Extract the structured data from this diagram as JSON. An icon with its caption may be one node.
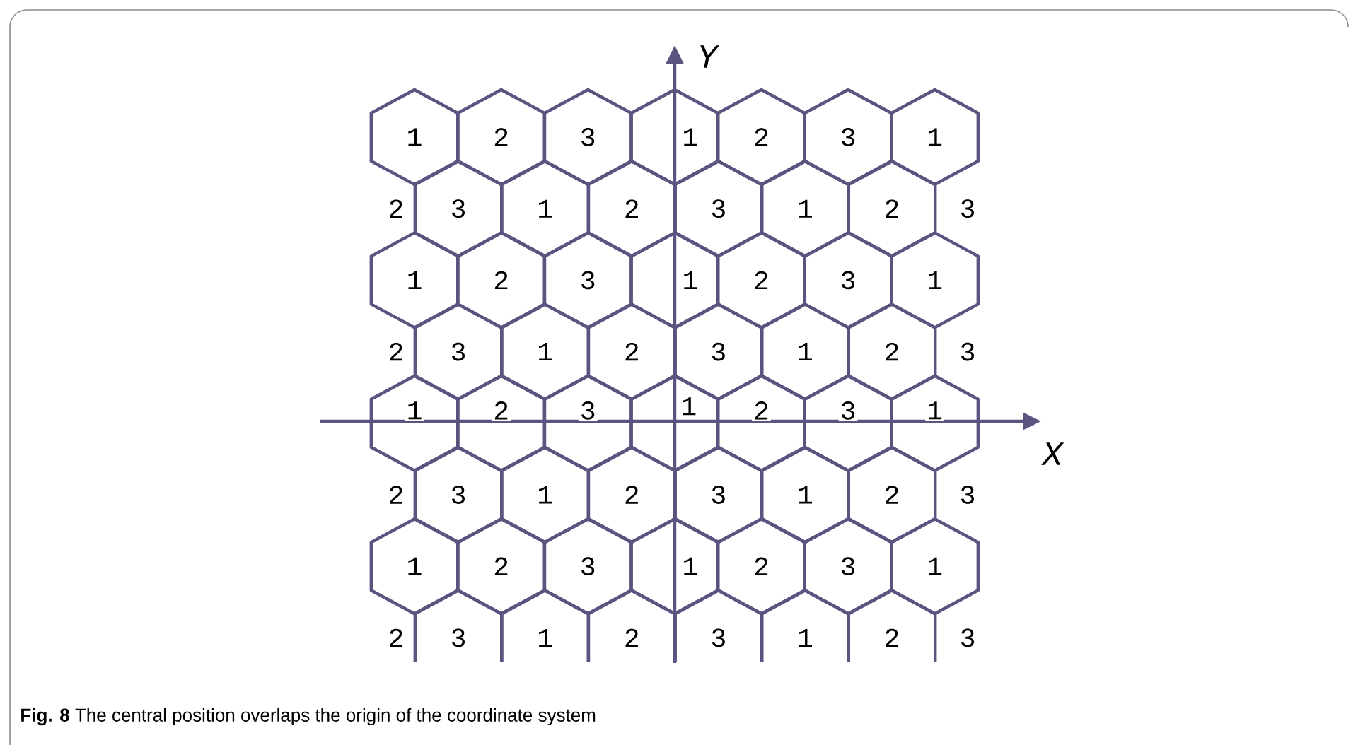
{
  "diagram": {
    "caption": "**Fig. 8** The central position overlaps the origin of the coordinate system",
    "nodes": [
      {
        "text": [
          "1"
        ]
      },
      {
        "text": [
          "2"
        ]
      },
      {
        "text": [
          "3"
        ]
      },
      {
        "text": [
          "1"
        ]
      },
      {
        "text": [
          "2"
        ]
      },
      {
        "text": [
          "3"
        ]
      },
      {
        "text": [
          "1"
        ]
      },
      {
        "text": [
          "3"
        ]
      },
      {
        "text": [
          "1"
        ]
      },
      {
        "text": [
          "2"
        ]
      },
      {
        "text": [
          "3"
        ]
      },
      {
        "text": [
          "1"
        ]
      },
      {
        "text": [
          "2"
        ]
      },
      {
        "text": [
          "1"
        ]
      },
      {
        "text": [
          "2"
        ]
      },
      {
        "text": [
          "3"
        ]
      },
      {
        "text": [
          "1"
        ]
      },
      {
        "text": [
          "2"
        ]
      },
      {
        "text": [
          "3"
        ]
      },
      {
        "text": [
          "1"
        ]
      },
      {
        "text": [
          "3"
        ]
      },
      {
        "text": [
          "1"
        ]
      },
      {
        "text": [
          "2"
        ]
      },
      {
        "text": [
          "3"
        ]
      },
      {
        "text": [
          "1"
        ]
      },
      {
        "text": [
          "2"
        ]
      },
      {
        "text": [
          "1"
        ]
      },
      {
        "text": [
          "2"
        ]
      },
      {
        "text": [
          "3"
        ]
      },
      {
        "text": [
          "1"
        ]
      },
      {
        "text": [
          "2"
        ]
      },
      {
        "text": [
          "3"
        ]
      },
      {
        "text": [
          "1"
        ]
      },
      {
        "text": [
          "3"
        ]
      },
      {
        "text": [
          "1"
        ]
      },
      {
        "text": [
          "2"
        ]
      },
      {
        "text": [
          "3"
        ]
      },
      {
        "text": [
          "1"
        ]
      },
      {
        "text": [
          "2"
        ]
      },
      {
        "text": [
          "1"
        ]
      },
      {
        "text": [
          "2"
        ]
      },
      {
        "text": [
          "3"
        ]
      },
      {
        "text": [
          "1"
        ]
      },
      {
        "text": [
          "2"
        ]
      },
      {
        "text": [
          "3"
        ]
      },
      {
        "text": [
          "1"
        ]
      },
      {
        "text": [
          "3"
        ]
      },
      {
        "text": [
          "1"
        ]
      },
      {
        "text": [
          "2"
        ]
      },
      {
        "text": [
          "3"
        ]
      },
      {
        "text": [
          "1"
        ]
      },
      {
        "text": [
          "2"
        ]
      }
    ],
    "labels": [
      "Y",
      "2",
      "3",
      "2",
      "3",
      "X",
      "2",
      "3",
      "2",
      "3"
    ]
  }
}
